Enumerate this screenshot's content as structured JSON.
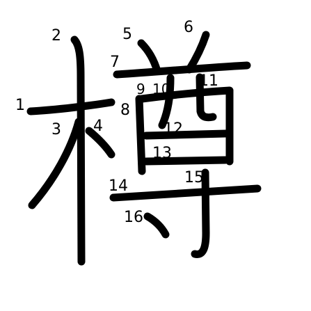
{
  "diagram": {
    "character": "樽",
    "stroke_color": "#000000",
    "background": "#ffffff",
    "stroke_numbers": [
      "1",
      "2",
      "3",
      "4",
      "5",
      "6",
      "7",
      "8",
      "9",
      "10",
      "11",
      "12",
      "13",
      "14",
      "15",
      "16"
    ]
  }
}
